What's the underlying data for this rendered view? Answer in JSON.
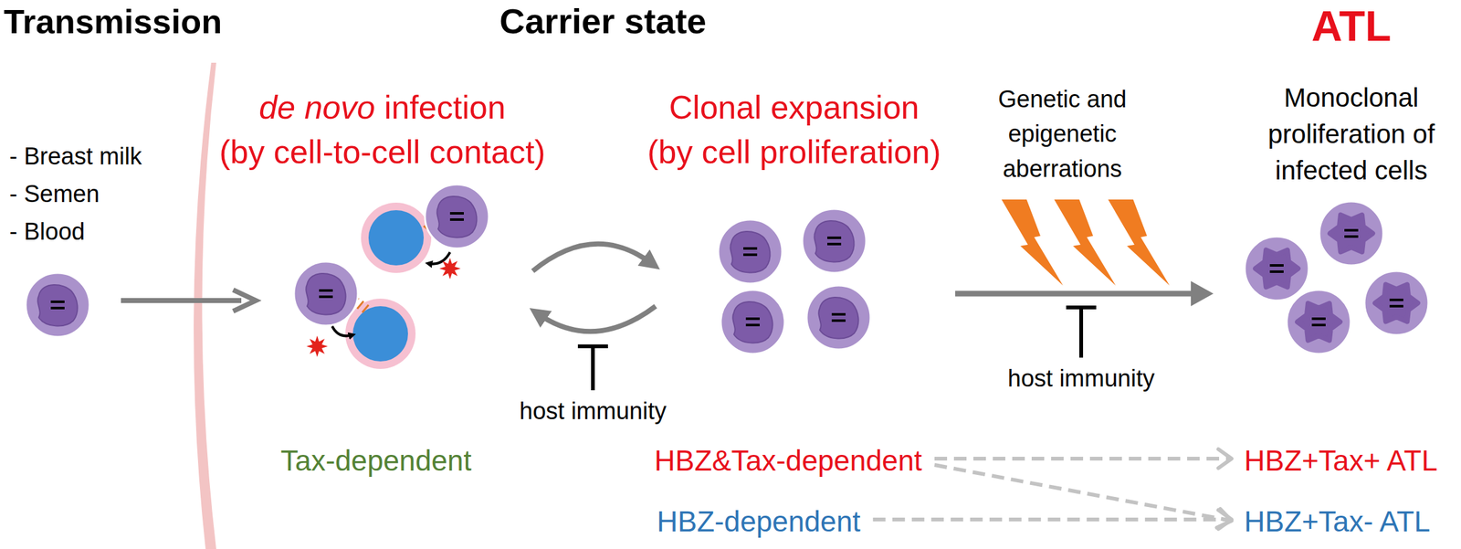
{
  "diagram": {
    "nodes": [
      {
        "text": [
          "HBZ&Tax-dependent"
        ]
      },
      {
        "text": [
          "HBZ-dependent"
        ]
      },
      {
        "text": [
          "HBZ+Tax+ ATL"
        ]
      },
      {
        "text": [
          "HBZ+Tax- ATL"
        ]
      }
    ],
    "edges": [
      {
        "from": 0,
        "to": 2,
        "arrow": "to"
      },
      {
        "from": 0,
        "to": 3,
        "arrow": "to"
      },
      {
        "from": 1,
        "to": 3,
        "arrow": "to"
      }
    ],
    "labels": [
      "Transmission",
      "Carrier state",
      "ATL",
      "- Breast milk",
      "- Semen",
      "- Blood",
      "de novo",
      "infection",
      "(by cell-to-cell contact)",
      "Clonal expansion",
      "(by cell proliferation)",
      "host immunity",
      "Genetic and epigenetic aberrations",
      "Monoclonal proliferation of infected cells",
      "host immunity",
      "Tax-dependent"
    ]
  }
}
